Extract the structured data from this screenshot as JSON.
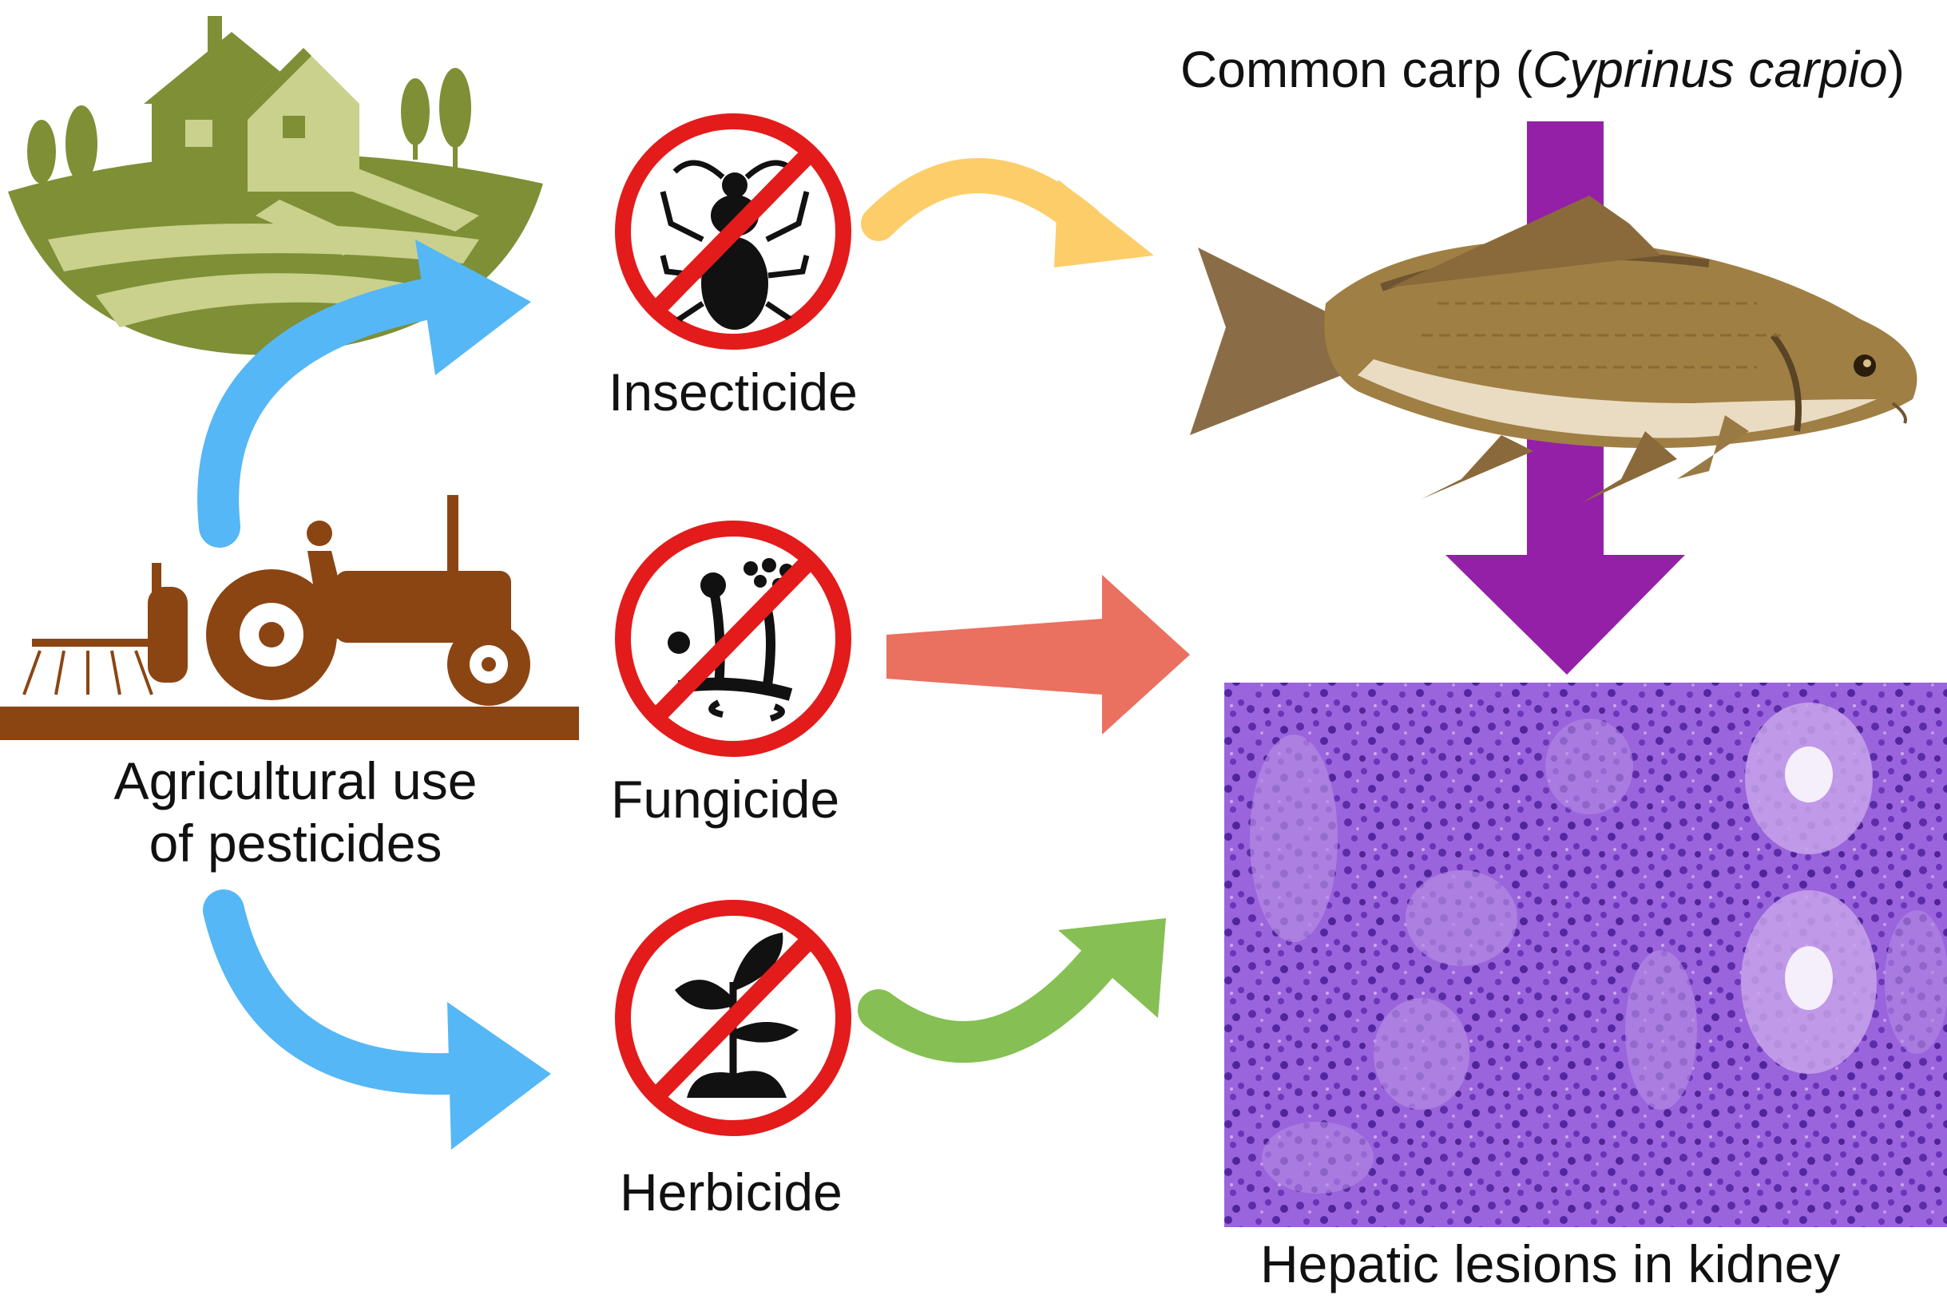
{
  "source_label": {
    "line1": "Agricultural use",
    "line2": "of pesticides"
  },
  "pesticides": [
    {
      "label": "Insecticide",
      "icon": "insect-icon"
    },
    {
      "label": "Fungicide",
      "icon": "fungus-icon"
    },
    {
      "label": "Herbicide",
      "icon": "plant-icon"
    }
  ],
  "fish": {
    "prefix": "Common carp (",
    "species": "Cyprinus carpio",
    "suffix": ")"
  },
  "outcome": {
    "label": "Hepatic lesions in kidney"
  },
  "colors": {
    "farm_green": "#7e8f36",
    "farm_light": "#c9d18c",
    "tractor_brown": "#8b4513",
    "blue_arrow": "#55b7f5",
    "yellow_arrow": "#fdcd6a",
    "red_arrow": "#ea7060",
    "green_arrow": "#86bf53",
    "purple_arrow": "#9420a8",
    "prohibition_red": "#e31b1b",
    "tissue_purple": "#8a4fd0"
  }
}
